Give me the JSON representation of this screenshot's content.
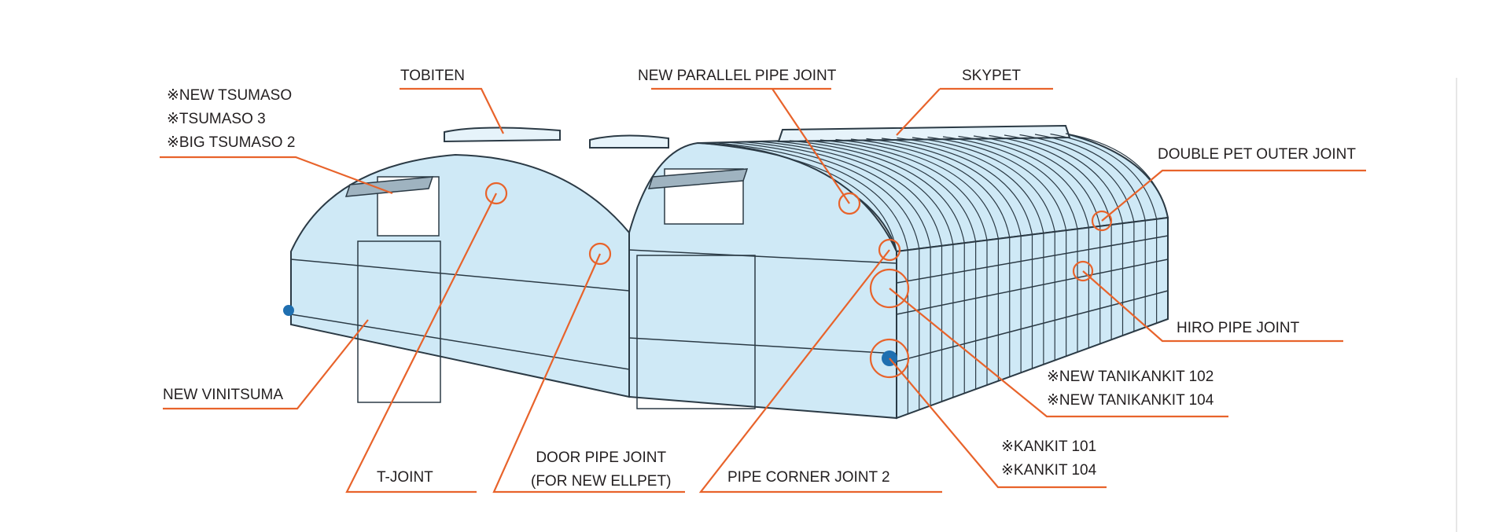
{
  "colors": {
    "leader": "#e8632b",
    "glass": "#cfe9f6",
    "frame": "#2b3a45",
    "kankit": "#1f6fb0"
  },
  "labels": {
    "tsumaso": [
      "※NEW TSUMASO",
      "※TSUMASO 3",
      "※BIG TSUMASO 2"
    ],
    "tobiten": "TOBITEN",
    "parallel": "NEW PARALLEL PIPE JOINT",
    "skypet": "SKYPET",
    "double_pet": "DOUBLE PET OUTER JOINT",
    "hiro": "HIRO PIPE JOINT",
    "tanikankit": [
      "※NEW TANIKANKIT 102",
      "※NEW TANIKANKIT 104"
    ],
    "kankit": [
      "※KANKIT 101",
      "※KANKIT 104"
    ],
    "pipe_corner": "PIPE CORNER JOINT 2",
    "door_pipe": [
      "DOOR PIPE JOINT",
      "(FOR NEW ELLPET)"
    ],
    "t_joint": "T-JOINT",
    "vinitsuma": "NEW VINITSUMA"
  }
}
